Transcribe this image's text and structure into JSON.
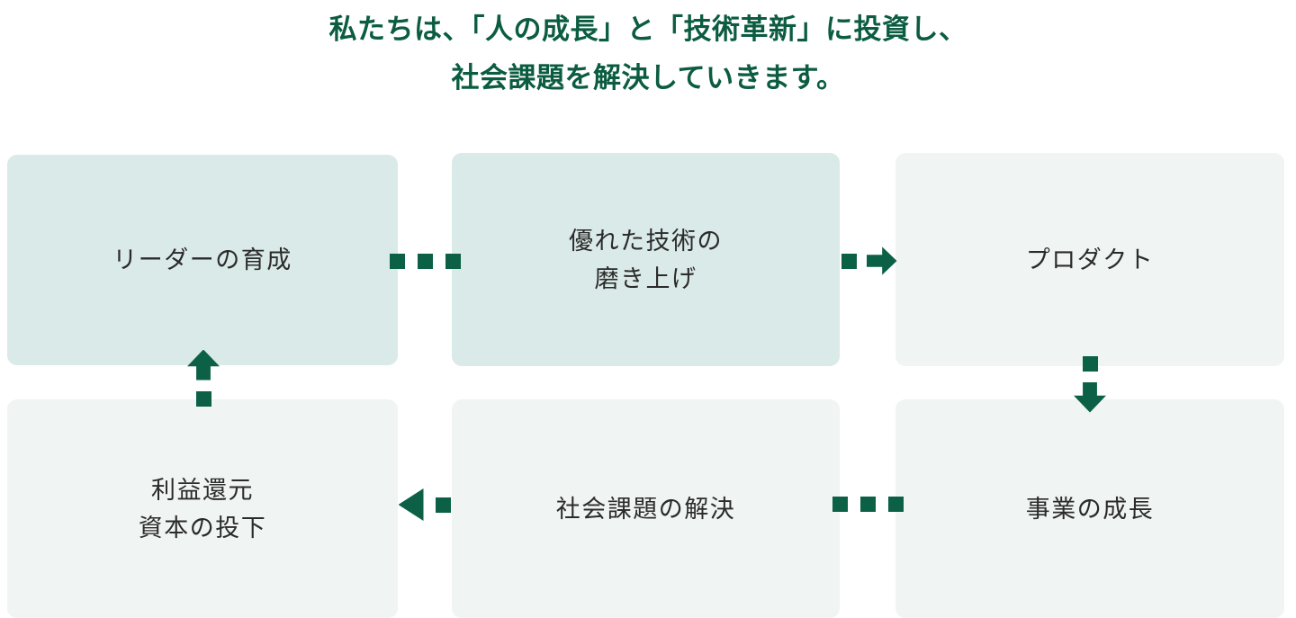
{
  "heading": {
    "line1": "私たちは、「人の成長」と「技術革新」に投資し、",
    "line2": "社会課題を解決していきます。",
    "color": "#0b5c40"
  },
  "palette": {
    "accent_green": "#0b6046",
    "box_mint": "#daeae8",
    "box_pale": "#f0f4f3",
    "text_dark": "#2b2b2b",
    "page_background": "#ffffff"
  },
  "diagram": {
    "boxes": [
      {
        "id": "leader-development",
        "label": "リーダーの育成",
        "fill": "#daeae8",
        "row": 1,
        "col": 1
      },
      {
        "id": "technology-refinement",
        "label": "優れた技術の\n磨き上げ",
        "fill": "#daeae8",
        "row": 1,
        "col": 2
      },
      {
        "id": "product",
        "label": "プロダクト",
        "fill": "#f0f4f3",
        "row": 1,
        "col": 3
      },
      {
        "id": "profit-return",
        "label": "利益還元\n資本の投下",
        "fill": "#f0f4f3",
        "row": 2,
        "col": 1
      },
      {
        "id": "social-issue-solving",
        "label": "社会課題の解決",
        "fill": "#f0f4f3",
        "row": 2,
        "col": 2
      },
      {
        "id": "business-growth",
        "label": "事業の成長",
        "fill": "#f0f4f3",
        "row": 2,
        "col": 3
      }
    ],
    "connectors": [
      {
        "id": "leader-to-technology",
        "from": "leader-development",
        "to": "technology-refinement",
        "style": "dotted",
        "direction": "right",
        "dots": 3,
        "arrowhead": "none"
      },
      {
        "id": "technology-to-product",
        "from": "technology-refinement",
        "to": "product",
        "style": "dotted-arrow",
        "direction": "right",
        "dots": 1,
        "arrowhead": "block-arrow"
      },
      {
        "id": "product-to-growth",
        "from": "product",
        "to": "business-growth",
        "style": "dotted-arrow",
        "direction": "down",
        "dots": 1,
        "arrowhead": "block-arrow"
      },
      {
        "id": "growth-to-social",
        "from": "business-growth",
        "to": "social-issue-solving",
        "style": "dotted",
        "direction": "left",
        "dots": 3,
        "arrowhead": "none"
      },
      {
        "id": "social-to-profit",
        "from": "social-issue-solving",
        "to": "profit-return",
        "style": "dotted-arrow",
        "direction": "left",
        "dots": 1,
        "arrowhead": "triangle"
      },
      {
        "id": "profit-to-leader",
        "from": "profit-return",
        "to": "leader-development",
        "style": "dotted-arrow",
        "direction": "up",
        "dots": 1,
        "arrowhead": "block-arrow"
      }
    ]
  }
}
